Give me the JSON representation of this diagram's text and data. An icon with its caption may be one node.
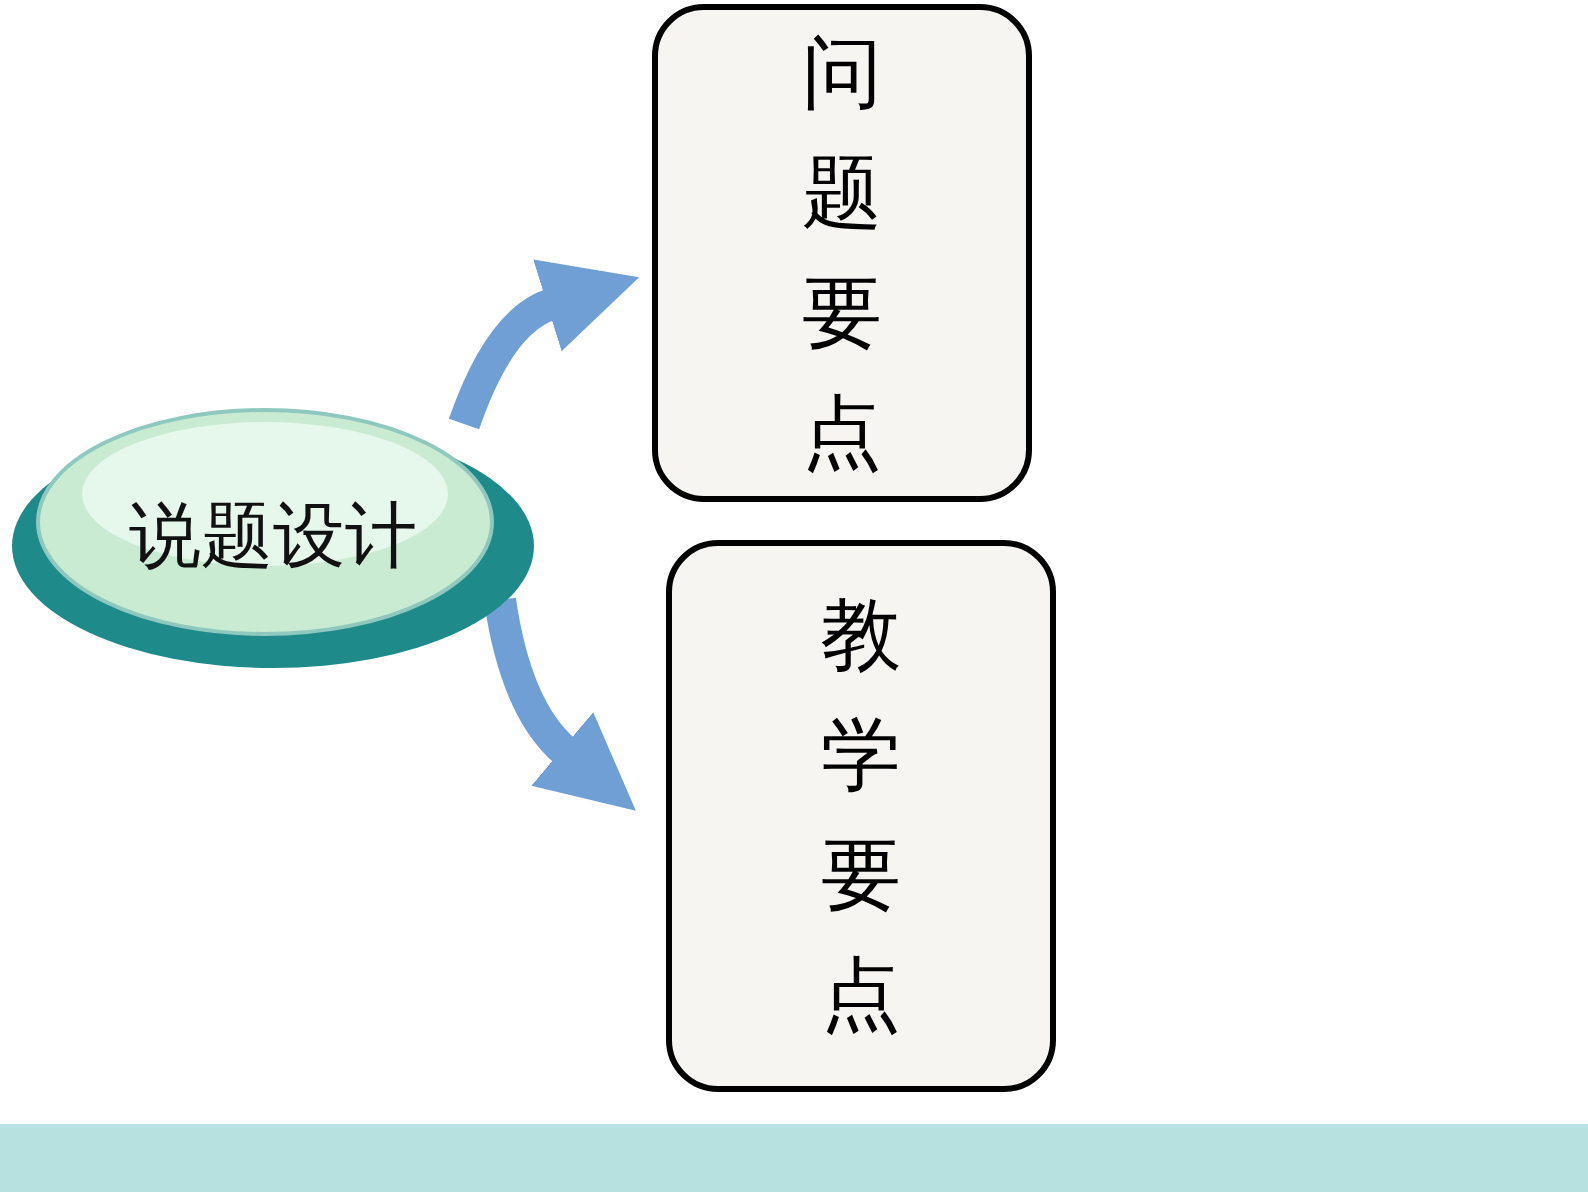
{
  "diagram": {
    "nodes": [
      {
        "text": [
          "说题设计"
        ]
      },
      {
        "text": [
          "问题要点"
        ]
      },
      {
        "text": [
          "教学要点"
        ]
      }
    ],
    "edges": [
      {
        "from": 0,
        "to": 1,
        "arrow": "to"
      },
      {
        "from": 0,
        "to": 2,
        "arrow": "to"
      }
    ]
  }
}
